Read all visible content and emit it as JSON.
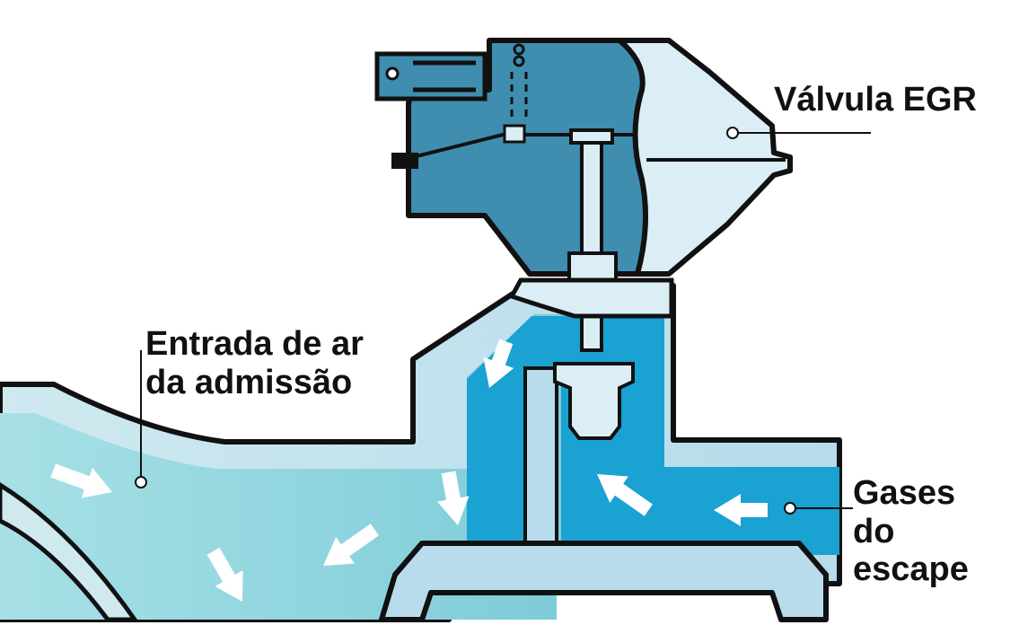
{
  "labels": {
    "egr_valve": "Válvula EGR",
    "air_intake": [
      "Entrada de ar",
      "da admissão"
    ],
    "exhaust_gases": [
      "Gases",
      "do",
      "escape"
    ]
  },
  "colors": {
    "intake_air": "#86d3dd",
    "exhaust_flow": "#1aa2d2",
    "pipe_wall": "#b9dced",
    "valve_dark": "#3f8daf",
    "valve_light": "#dbeef5",
    "outline": "#111111",
    "arrow": "#ffffff"
  },
  "icons": [
    "flow-arrow-icon",
    "callout-dot-icon",
    "vacuum-port-icon"
  ]
}
